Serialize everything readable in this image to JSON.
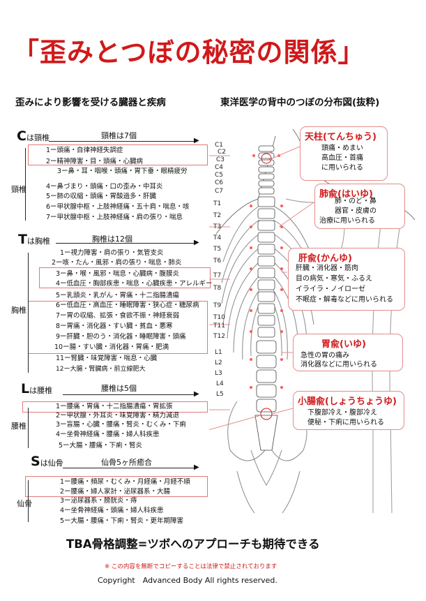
{
  "title": "「歪みとつぼの秘密の関係」",
  "subtitle_left": "歪みにより影響を受ける臓器と疾病",
  "subtitle_right": "東洋医学の背中のつぼの分布図(抜粋)",
  "sections": {
    "c": {
      "letter": "C",
      "suffix": "は頸椎",
      "arrow": "頸椎は7個",
      "group": "頸椎",
      "items": [
        "1ー頭痛・自律神経失調症",
        "2ー精神障害・目・頭痛・心臓病",
        "3ー鼻・耳・咽喉・頭痛・胃下垂・眼精疲労",
        "4ー鼻づまり・頭痛・口の歪み・中耳炎",
        "5ー肺の収縮・頭痛・胃酸過多・肝臓",
        "6ー甲状腺中枢・上肢神経痛・五十肩・喘息・咳",
        "7ー甲状腺中枢・上肢神経痛・肩の張り・喘息"
      ]
    },
    "t": {
      "letter": "T",
      "suffix": "は胸椎",
      "arrow": "胸椎は12個",
      "group": "胸椎",
      "items": [
        "1ー視力障害・肩の張り・気管支炎",
        "2ー咳・たん・風邪・肩の張り・喘息・肺炎",
        "3ー鼻・喉・風邪・喘息・心臓病・腹膜炎",
        "4ー低血圧・胸部疾患・喘息・心臓疾患・アレルギー",
        "5ー乳頭炎・乳がん・胃痛・十二指腸潰瘍",
        "6ー低血圧・高血圧・睡眠障害・狭心症・糖尿病",
        "7ー胃の収縮、拡張・食欲不振・神経衰弱",
        "8ー胃痛・消化器・すい臓・貧血・悪寒",
        "9ー肝臓・胆のう・消化器・睡眠障害・頭痛",
        "10ー腸・すい臓・消化器・胃痛・肥満",
        "11ー腎臓・味覚障害・喘息・心臓",
        "12ー大腸・腎臓病・前立線肥大"
      ]
    },
    "l": {
      "letter": "L",
      "suffix": "は腰椎",
      "arrow": "腰椎は5個",
      "group": "腰椎",
      "items": [
        "1ー腰痛・胃痛・十二指腸潰瘍・胃拡張",
        "2ー甲状腺・外耳炎・味覚障害・精力減退",
        "3ー盲腸・心臓・腰痛・腎炎・むくみ・下痢",
        "4ー坐骨神経痛・腰痛・婦人科疾患",
        "5ー大腸・腰痛・下痢・腎炎"
      ]
    },
    "s": {
      "letter": "S",
      "suffix": "は仙骨",
      "arrow": "仙骨5ヶ所癒合",
      "group": "仙骨",
      "items": [
        "1ー腰痛・頻尿・むくみ・月経痛・月経不順",
        "2ー腰痛・婦人家計・泌尿器系・大腸",
        "3ー泌尿器系・膀胱炎・痔",
        "4ー坐骨神経痛・頭痛・婦人科疾患",
        "5ー大腸・腰痛・下痢・腎炎・更年期障害"
      ]
    }
  },
  "vertebra_labels": {
    "c": [
      "C1",
      "C2",
      "C3",
      "C4",
      "C5",
      "C6",
      "C7"
    ],
    "t": [
      "T1",
      "T2",
      "T3",
      "T4",
      "T5",
      "T6",
      "T7",
      "T8",
      "T9",
      "T10",
      "T11",
      "T12"
    ],
    "l": [
      "L1",
      "L2",
      "L3",
      "L4",
      "L5"
    ]
  },
  "tsubo": [
    {
      "name": "天柱(てんちゅう)",
      "desc": [
        "頭痛・めまい",
        "高血圧・首痛",
        "に用いられる"
      ]
    },
    {
      "name": "肺兪(はいゆ)",
      "desc": [
        "肺・のど・鼻",
        "器官・皮膚の",
        "治療に用いられる"
      ]
    },
    {
      "name": "肝兪(かんゆ)",
      "desc": [
        "肝臓・消化器・筋肉",
        "目の病気・寒気・ふるえ",
        "イライラ・ノイローゼ",
        "不眠症・解毒などに用いられる"
      ]
    },
    {
      "name": "胃兪(いゆ)",
      "desc": [
        "急性の胃の痛み",
        "消化器などに用いられる"
      ]
    },
    {
      "name": "小腸兪(しょうちょうゆ)",
      "desc": [
        "下腹部冷え・腹部冷え",
        "便秘・下痢に用いられる"
      ]
    }
  ],
  "bottom_text": "TBA骨格調整=ツボへのアプローチも期待できる",
  "note": "※ この内容を無断でコピーすることは法律で禁止されております",
  "copyright": "Copyright　Advanced Body  All rights reserved.",
  "colors": {
    "accent": "#d0191b",
    "box": "#e07a7a",
    "dot": "#ff5a5a"
  }
}
